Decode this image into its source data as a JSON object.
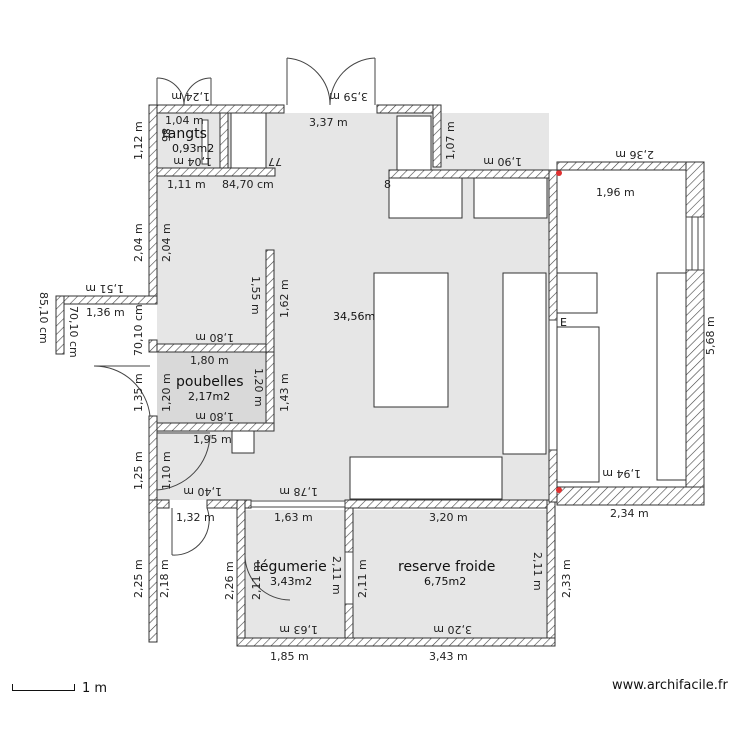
{
  "rooms": {
    "main": {
      "area": "34,56m"
    },
    "rangts": {
      "name": "rangts",
      "area": "0,93m2"
    },
    "poubelles": {
      "name": "poubelles",
      "area": "2,17m2"
    },
    "legumerie": {
      "name": "légumerie",
      "area": "3,43m2"
    },
    "reserve": {
      "name": "reserve froide",
      "area": "6,75m2"
    },
    "corridor": {
      "letter": "E"
    }
  },
  "dims": {
    "top_door_a": "1,24 m",
    "top_door_b": "3,59 m",
    "main_top": "3,37 m",
    "rangts_w": "1,04 m",
    "rangts_h": "1,12 m",
    "rangts_h2": "86",
    "rangts_in": "1,04 m",
    "seventy_seven": "77",
    "w_111": "1,11 m",
    "w_8470": "84,70 cm",
    "right_h_107": "1,07 m",
    "w_190": "1,90 m",
    "eight": "8",
    "w_236": "2,36 m",
    "w_196": "1,96 m",
    "h_204a": "2,04 m",
    "h_204b": "2,04 m",
    "w_151": "1,51 m",
    "w_136": "1,36 m",
    "h_8510": "85,10 cm",
    "h_7010a": "70,10 cm",
    "h_7010b": "70,10 cm",
    "h_155": "1,55 m",
    "h_162": "1,62 m",
    "w_180a": "1,80 m",
    "w_180b": "1,80 m",
    "h_135": "1,35 m",
    "h_120a": "1,20 m",
    "h_120b": "1,20 m",
    "h_143": "1,43 m",
    "w_180c": "1,80 m",
    "w_195": "1,95 m",
    "h_568": "5,68 m",
    "w_194": "1,94 m",
    "h_125": "1,25 m",
    "h_110": "1,10 m",
    "w_140": "1,40 m",
    "w_178": "1,78 m",
    "w_234": "2,34 m",
    "w_132": "1,32 m",
    "w_163a": "1,63 m",
    "w_320a": "3,20 m",
    "h_225": "2,25 m",
    "h_218": "2,18 m",
    "h_226": "2,26 m",
    "h_211a": "2,11 m",
    "h_211b": "2,11 m",
    "h_211c": "2,11 m",
    "h_211d": "2,11 m",
    "h_233": "2,33 m",
    "w_163b": "1,63 m",
    "w_320b": "3,20 m",
    "w_185": "1,85 m",
    "w_343": "3,43 m"
  },
  "footer": {
    "scale": "1 m",
    "site": "www.archifacile.fr"
  }
}
